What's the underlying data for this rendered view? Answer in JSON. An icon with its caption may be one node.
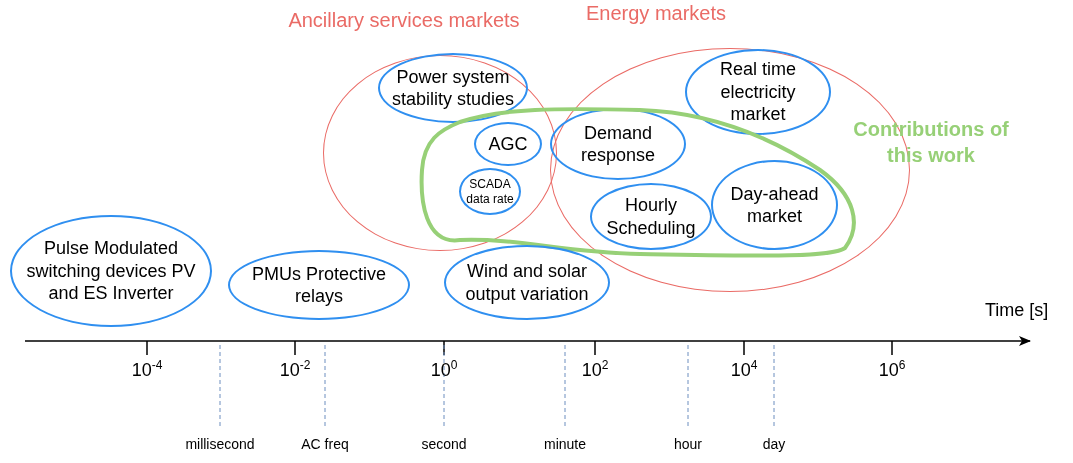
{
  "diagram": {
    "nodes": [
      {
        "text": [
          "Ancillary services markets"
        ]
      },
      {
        "text": [
          "Power system stability studies"
        ],
        "in": 0
      },
      {
        "text": [
          "AGC"
        ]
      },
      {
        "text": [
          "SCADA data rate"
        ]
      },
      {
        "text": [
          "Energy markets"
        ]
      },
      {
        "text": [
          "Real time electricity market"
        ],
        "in": 4
      },
      {
        "text": [
          "Demand response"
        ]
      },
      {
        "text": [
          "Hourly Scheduling"
        ]
      },
      {
        "text": [
          "Day-ahead market"
        ]
      },
      {
        "text": [
          "Contributions of this work"
        ]
      },
      {
        "text": [
          "Pulse Modulated switching devices PV and ES Inverter"
        ]
      },
      {
        "text": [
          "PMUs Protective relays"
        ]
      },
      {
        "text": [
          "Wind and solar output variation"
        ]
      }
    ],
    "labels": [
      "Time [s]",
      "10$^{-4}$",
      "10$^{-2}$",
      "10$^{0}$",
      "10$^{2}$",
      "10$^{4}$",
      "10$^{6}$",
      "millisecond",
      "AC freq",
      "second",
      "minute",
      "hour",
      "day"
    ]
  }
}
